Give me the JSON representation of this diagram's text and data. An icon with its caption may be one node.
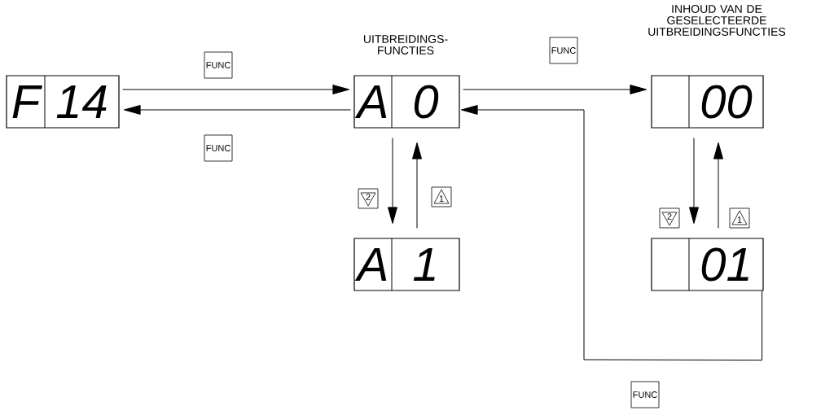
{
  "diagram": {
    "nodes": [
      {
        "text": [
          "F",
          "14"
        ]
      },
      {
        "text": [
          "UITBREIDINGS- FUNCTIES",
          "A",
          "0"
        ]
      },
      {
        "text": [
          "A",
          "1"
        ]
      },
      {
        "text": [
          "INHOUD VAN DE GESELECTEERDE UITBREIDINGSFUNCTIES",
          "00"
        ]
      },
      {
        "text": [
          "01"
        ]
      }
    ],
    "edges": [
      {
        "from": 0,
        "to": 1,
        "arrow": "to",
        "label": "FUNC"
      },
      {
        "from": 1,
        "to": 0,
        "arrow": "to",
        "label": "FUNC"
      },
      {
        "from": 1,
        "to": 2,
        "arrow": "to",
        "label": "2"
      },
      {
        "from": 2,
        "to": 1,
        "arrow": "to",
        "label": "1"
      },
      {
        "from": 1,
        "to": 3,
        "arrow": "to",
        "label": "FUNC"
      },
      {
        "from": 3,
        "to": 4,
        "arrow": "to",
        "label": "2"
      },
      {
        "from": 4,
        "to": 3,
        "arrow": "to",
        "label": "1"
      },
      {
        "from": 4,
        "to": 1,
        "arrow": "to",
        "label": "FUNC"
      }
    ]
  }
}
